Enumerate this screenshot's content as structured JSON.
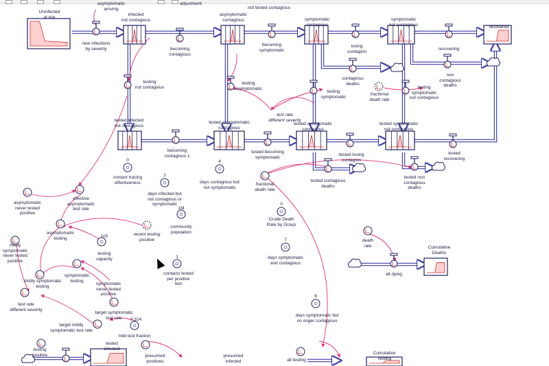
{
  "stocks": [
    {
      "id": "infected-not-contagious",
      "label": "infected\nnot contagious"
    },
    {
      "id": "asymptomatic-contagious",
      "label": "asymptomatic\ncontagious"
    },
    {
      "id": "symptomatic-contagious",
      "label": "symptomatic\ncontagious"
    },
    {
      "id": "symptomatic-not-contagious",
      "label": "symptomatic\nnot contagious"
    },
    {
      "id": "recovered",
      "label": "recovered"
    },
    {
      "id": "uninfected-at-risk",
      "label": "Uninfected\nat risk"
    },
    {
      "id": "tested-infected-not-contagious",
      "label": "tested infected\nnot contagious"
    },
    {
      "id": "tested-asymptomatic-contagious",
      "label": "tested asymptomatic\ncontagious"
    },
    {
      "id": "tested-symptomatic-contagious",
      "label": "tested symptomatic\ncontagious"
    },
    {
      "id": "tested-symptomatic-not-contagious",
      "label": "tested symptomatic\nnot contagious"
    },
    {
      "id": "cumulative-deaths",
      "label": "Cumulative\nDeaths"
    },
    {
      "id": "tested-infected",
      "label": "tested\ninfected"
    },
    {
      "id": "cumulative-testing",
      "label": "Cumulative\nTesting"
    }
  ],
  "flows": [
    {
      "id": "new-infections-by-severity",
      "label": "new infections\nby severity"
    },
    {
      "id": "becoming-contagious",
      "label": "becoming\ncontagious"
    },
    {
      "id": "becoming-symptomatic",
      "label": "becoming\nsymptomatic"
    },
    {
      "id": "losing-contagion",
      "label": "losing\ncontagion"
    },
    {
      "id": "recovering",
      "label": "recovering"
    },
    {
      "id": "contagious-deaths",
      "label": "contagious\ndeaths"
    },
    {
      "id": "non-contagious-deaths",
      "label": "non\ncontagious\ndeaths"
    },
    {
      "id": "testing-not-contagious",
      "label": "testing\nnot contagious"
    },
    {
      "id": "testing-asymptomatic",
      "label": "testing\nasymptomatic"
    },
    {
      "id": "testing-symptomatic",
      "label": "testing\nsymptomatic"
    },
    {
      "id": "testing-symptomatic-not-contagious",
      "label": "testing\nsymptomatic\nnot contagious"
    },
    {
      "id": "becoming-contagious-1",
      "label": "becoming\ncontagious 1"
    },
    {
      "id": "tested-becoming-symptomatic",
      "label": "tested becoming\nsymptomatic"
    },
    {
      "id": "tested-losing-contagion",
      "label": "tested losing\ncontagion"
    },
    {
      "id": "tested-recovering",
      "label": "tested\nrecovering"
    },
    {
      "id": "tested-contagious-deaths",
      "label": "tested contagious\ndeaths"
    },
    {
      "id": "tested-non-contagious-deaths",
      "label": "tested non\ncontagious\ndeaths"
    },
    {
      "id": "all-dying",
      "label": "all dying"
    },
    {
      "id": "testing-positive",
      "label": "testing\npositive"
    },
    {
      "id": "all-testing",
      "label": "all testing"
    }
  ],
  "variables": [
    {
      "id": "asymptomatic-arriving",
      "label": "asymptomatic\narriving",
      "italic": false
    },
    {
      "id": "adjustment",
      "label": "adjustment",
      "italic": false
    },
    {
      "id": "not-tested-contagious",
      "label": "not tested contagious",
      "italic": false
    },
    {
      "id": "test-rate-different-severity-top",
      "label": "test rate\ndifferent severity",
      "italic": true
    },
    {
      "id": "fractional-death-rate-top",
      "label": "fractional\ndeath rate",
      "italic": true
    },
    {
      "id": "contact-tracing-effectiveness",
      "label": "contact tracing\neffectiveness",
      "italic": false
    },
    {
      "id": "days-infected-not-contagious",
      "label": "days infected but\nnot contagious or\nsymptomatic",
      "italic": false
    },
    {
      "id": "days-contagious-not-symptomatic",
      "label": "days contagious but\nnot symptomatic",
      "italic": false
    },
    {
      "id": "fractional-death-rate",
      "label": "fractional\ndeath rate",
      "italic": false
    },
    {
      "id": "crude-death-rate-by-group",
      "label": "Crude Death\nRate by Group",
      "italic": false
    },
    {
      "id": "days-symptomatic-and-contagious",
      "label": "days symptomatic\nand contagious",
      "italic": false
    },
    {
      "id": "days-symptomatic-not-contagious",
      "label": "days symptomatic but\nno onger contagious",
      "italic": false
    },
    {
      "id": "asymptomatic-never-tested-positive",
      "label": "asymptomatic\nnever tested\npositive",
      "italic": false
    },
    {
      "id": "effective-asymptomatic-test-rate",
      "label": "effective\nasymptomatic\ntest rate",
      "italic": false
    },
    {
      "id": "recent-testing-positive",
      "label": "recent testing\npositive",
      "italic": true
    },
    {
      "id": "community-population",
      "label": "community\npopulation",
      "italic": false
    },
    {
      "id": "mildly-symptomatic-never-tested-positive",
      "label": "mildly\nsymptomatic\nnever tested\npositive",
      "italic": false
    },
    {
      "id": "asymptomatic-testing",
      "label": "asymptomatic\ntesting",
      "italic": false
    },
    {
      "id": "testing-capacity",
      "label": "testing\ncapacity",
      "italic": false
    },
    {
      "id": "mildly-symptomatic-testing",
      "label": "mildly symptomatic\ntesting",
      "italic": false
    },
    {
      "id": "symptomatic-testing",
      "label": "symptomatic\ntesting",
      "italic": false
    },
    {
      "id": "symptomatic-never-tested-positive",
      "label": "symptomatic\nnever tested\npositive",
      "italic": false
    },
    {
      "id": "contacts-tested-per-positive-test",
      "label": "contacts tested\nper positive\ntest",
      "italic": false
    },
    {
      "id": "test-rate-different-severity",
      "label": "test rate\ndifferent severity",
      "italic": false
    },
    {
      "id": "target-symptomatic-test-rate",
      "label": "target symptomatic\ntest rate",
      "italic": false
    },
    {
      "id": "target-mildly-symptomatic-test-rate",
      "label": "target mildly\nsymptomatic test rate",
      "italic": false
    },
    {
      "id": "mild-test-fraction",
      "label": "mild test fraction",
      "italic": false
    },
    {
      "id": "death-rate",
      "label": "death\nrate",
      "italic": false
    },
    {
      "id": "presumed-positives",
      "label": "presumed\npositives",
      "italic": false
    },
    {
      "id": "presumed-infected",
      "label": "presumed\ninfected",
      "italic": false
    }
  ],
  "values": [
    {
      "id": "val-contact-tracing",
      "text": "0"
    },
    {
      "id": "val-days-infected",
      "text": "2"
    },
    {
      "id": "val-days-contagious",
      "text": "4"
    },
    {
      "id": "val-crude-death",
      "text": "0"
    },
    {
      "id": "val-days-symptomatic",
      "text": "7"
    },
    {
      "id": "val-days-symptomatic-not",
      "text": "6"
    },
    {
      "id": "val-community-population",
      "text": "1M"
    },
    {
      "id": "val-testing-capacity",
      "text": "100"
    },
    {
      "id": "val-contacts-tested",
      "text": "1"
    },
    {
      "id": "val-mild-test-fraction",
      "text": "0.324"
    }
  ],
  "colors": {
    "pipe": "#3a3aa8",
    "link": "#e0307a",
    "stock_fill": "#ffd0d0",
    "stock_border": "#202060",
    "graph_line": "#d03030"
  }
}
